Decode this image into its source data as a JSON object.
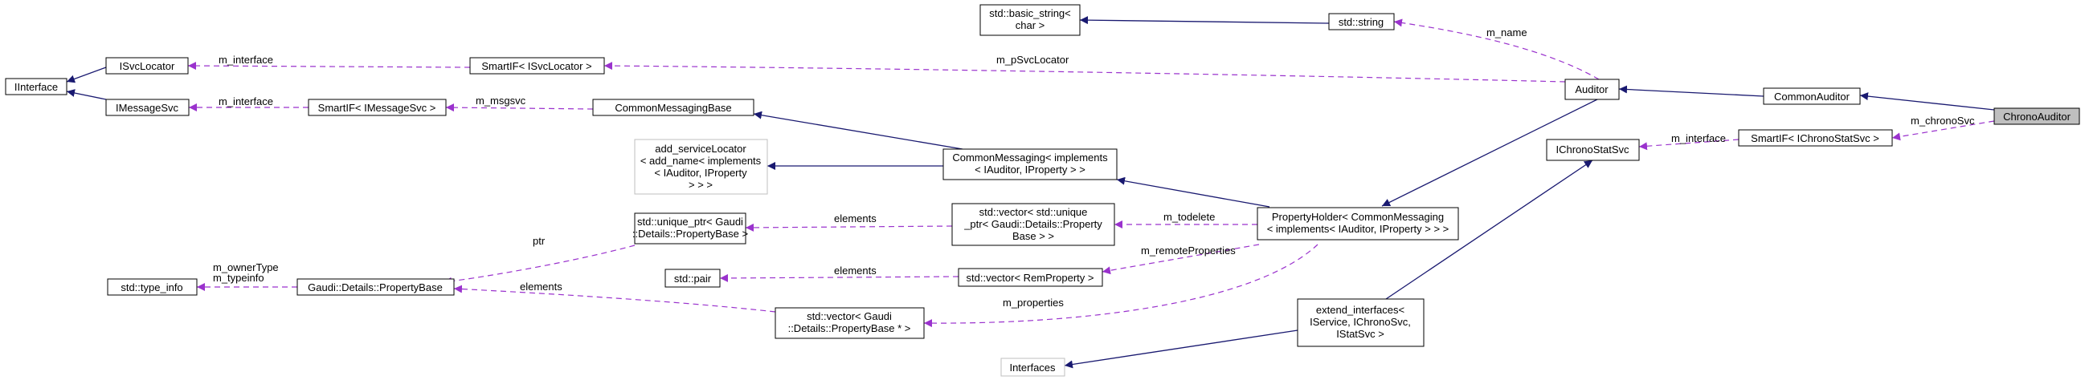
{
  "diagram": {
    "nodes": {
      "iinterface": [
        "IInterface"
      ],
      "isvclocator": [
        "ISvcLocator"
      ],
      "imessagesvc": [
        "IMessageSvc"
      ],
      "basic_string": [
        "std::basic_string<",
        "char >"
      ],
      "std_string": [
        "std::string"
      ],
      "smartif_isvclocator": [
        "SmartIF< ISvcLocator >"
      ],
      "smartif_imessagesvc": [
        "SmartIF< IMessageSvc >"
      ],
      "commonmessagingbase": [
        "CommonMessagingBase"
      ],
      "auditor": [
        "Auditor"
      ],
      "commonauditor": [
        "CommonAuditor"
      ],
      "chronoauditor": [
        "ChronoAuditor"
      ],
      "add_servicelocator": [
        "add_serviceLocator",
        "< add_name< implements",
        "< IAuditor, IProperty",
        "> > >"
      ],
      "commonmessaging": [
        "CommonMessaging< implements",
        "< IAuditor, IProperty > >"
      ],
      "ichronostatsvc": [
        "IChronoStatSvc"
      ],
      "smartif_ichronostatsvc": [
        "SmartIF< IChronoStatSvc >"
      ],
      "unique_ptr": [
        "std::unique_ptr< Gaudi",
        "::Details::PropertyBase >"
      ],
      "vector_unique": [
        "std::vector< std::unique",
        "_ptr< Gaudi::Details::Property",
        "Base > >"
      ],
      "propertyholder": [
        "PropertyHolder< CommonMessaging",
        "< implements< IAuditor, IProperty > > >"
      ],
      "type_info": [
        "std::type_info"
      ],
      "propertybase": [
        "Gaudi::Details::PropertyBase"
      ],
      "std_pair": [
        "std::pair"
      ],
      "vector_remproperty": [
        "std::vector< RemProperty >"
      ],
      "vector_propertybase_ptr": [
        "std::vector< Gaudi",
        "::Details::PropertyBase * >"
      ],
      "extend_interfaces": [
        "extend_interfaces<",
        "IService, IChronoSvc,",
        "IStatSvc >"
      ],
      "interfaces": [
        "Interfaces"
      ]
    },
    "edge_labels": {
      "m_interface_svclocator": "m_interface",
      "m_interface_msgsvc": "m_interface",
      "m_psvclocator": "m_pSvcLocator",
      "m_msgsvc": "m_msgsvc",
      "m_name": "m_name",
      "m_chronosvc": "m_chronoSvc",
      "m_interface_chrono": "m_interface",
      "elements_unique": "elements",
      "ptr": "ptr",
      "m_todelete": "m_todelete",
      "m_remoteproperties": "m_remoteProperties",
      "elements_pair": "elements",
      "m_ownertype": "m_ownerType",
      "m_typeinfo": "m_typeinfo",
      "elements_base": "elements",
      "m_properties": "m_properties"
    }
  }
}
